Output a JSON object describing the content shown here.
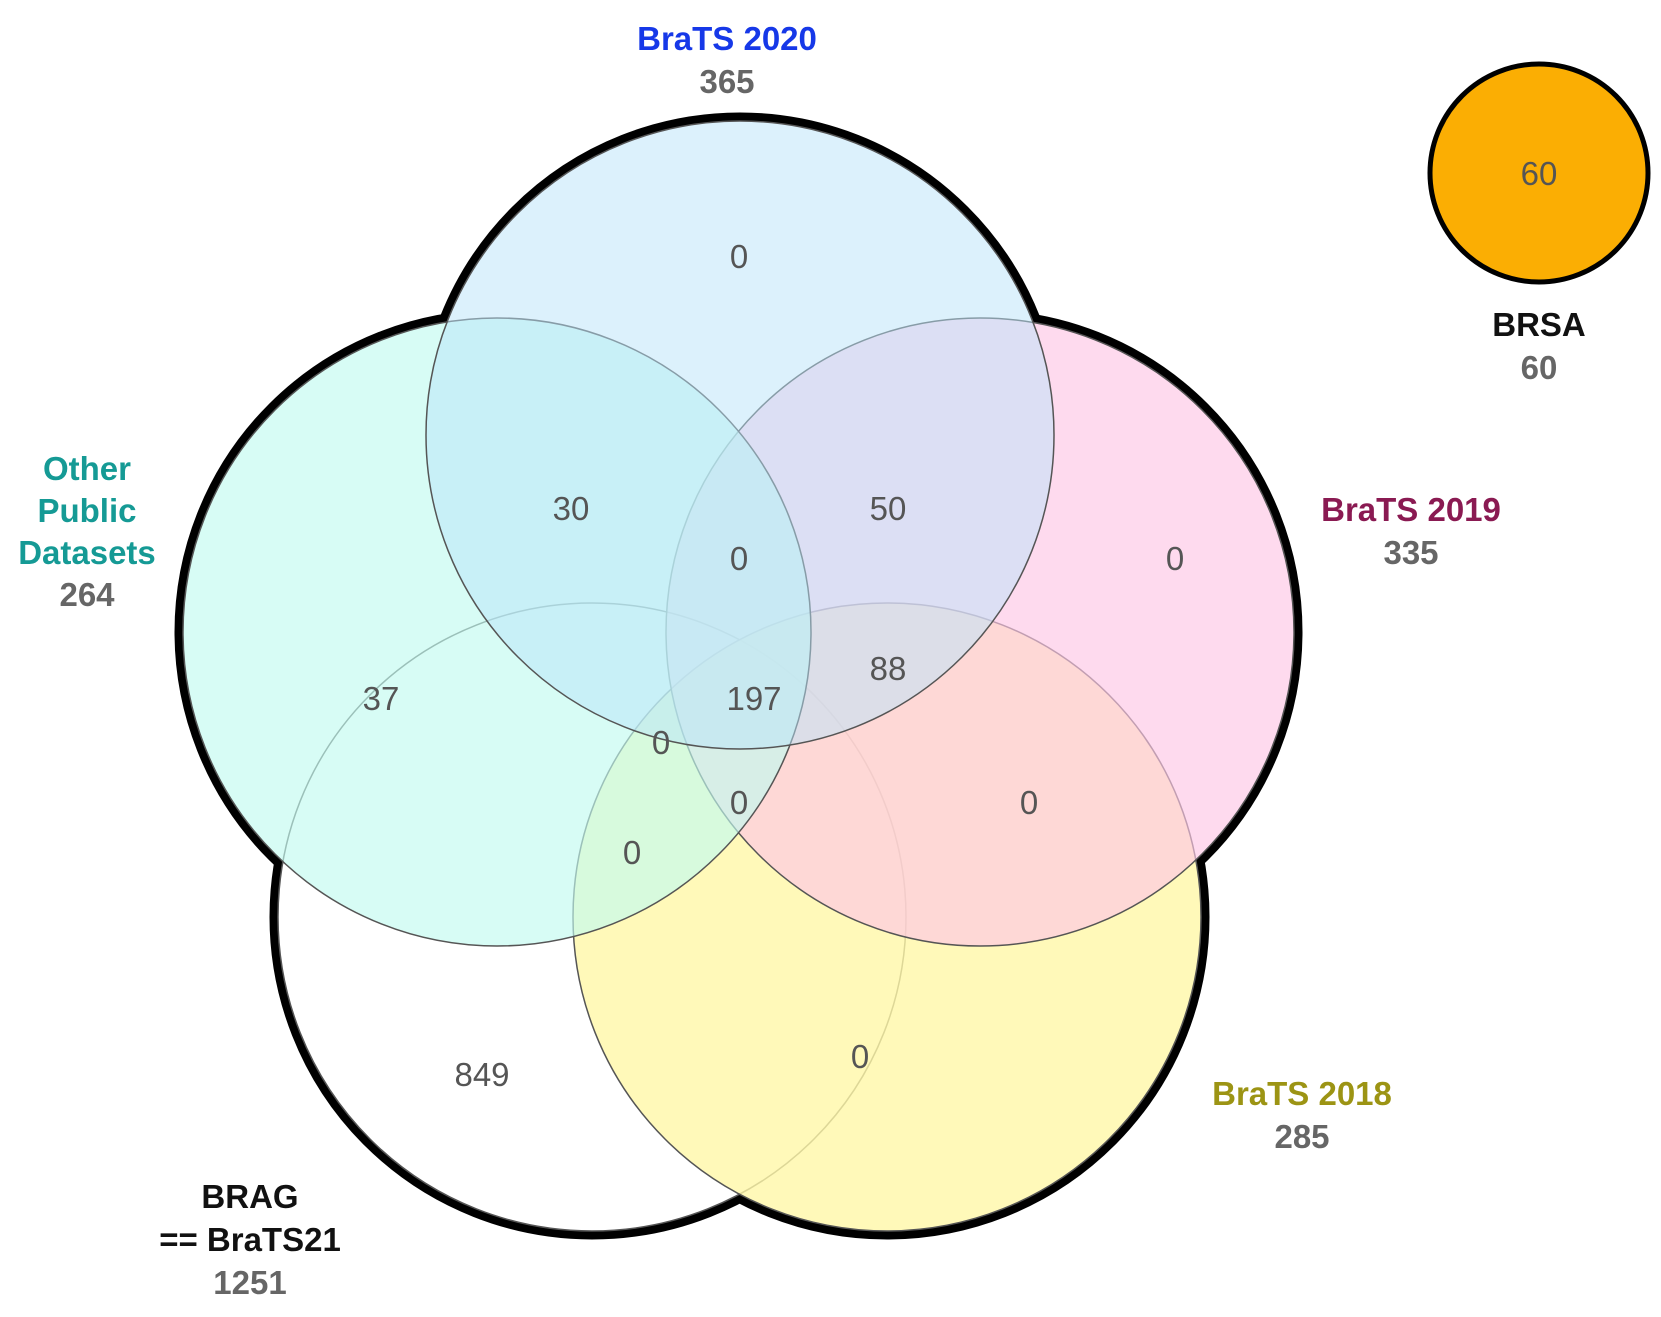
{
  "sets": {
    "brats2020": {
      "label": "BraTS 2020",
      "total": "365",
      "fill": "#b9e3fa",
      "label_color": "#1638e8"
    },
    "other": {
      "label_lines": [
        "Other",
        "Public",
        "Datasets"
      ],
      "total": "264",
      "fill": "#c1fbf0",
      "label_color": "#159a95"
    },
    "brats2019": {
      "label": "BraTS 2019",
      "total": "335",
      "fill": "#fec6e5",
      "label_color": "#8a1a52"
    },
    "brats2018": {
      "label": "BraTS 2018",
      "total": "285",
      "fill": "#fff8a8",
      "label_color": "#9c9414"
    },
    "brag": {
      "label_lines": [
        "BRAG",
        "== BraTS21"
      ],
      "total": "1251",
      "fill": "#ffffff",
      "label_color": "#111111"
    },
    "brsa": {
      "label": "BRSA",
      "total": "60",
      "count": "60",
      "fill": "#fbae03",
      "label_color": "#111111"
    }
  },
  "regions": {
    "brats2020_only": "0",
    "brats2020_other": "30",
    "brats2020_brats2019": "50",
    "center_upper": "0",
    "brats2019_only": "0",
    "other_only": "37",
    "core": "197",
    "brats2019_brats2018_brats2020": "88",
    "other_inner": "0",
    "lower_center": "0",
    "brats2019_brats2018": "0",
    "other_brats2018": "0",
    "brag_only": "849",
    "brats2018_only": "0"
  }
}
